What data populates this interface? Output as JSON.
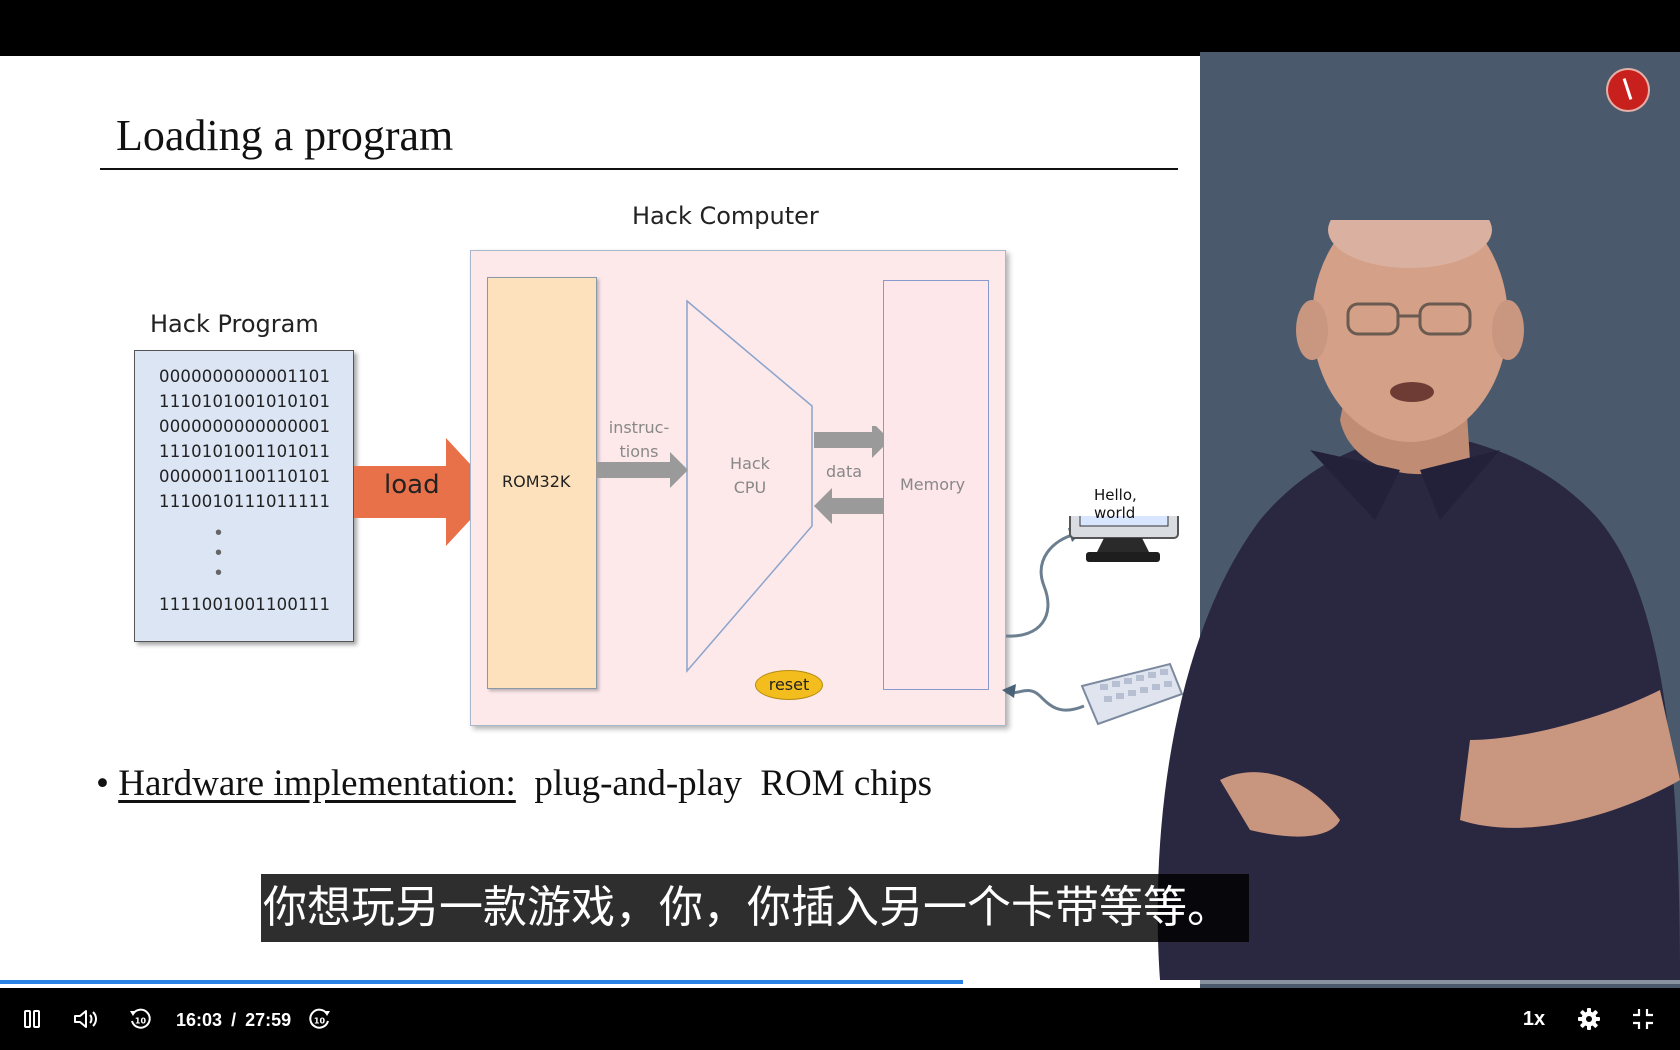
{
  "slide": {
    "title": "Loading  a program",
    "computer_label": "Hack Computer",
    "program_label": "Hack Program",
    "program_lines": [
      "0000000000001101",
      "1110101001010101",
      "0000000000000001",
      "1110101001101011",
      "0000001100110101",
      "1110010111011111"
    ],
    "program_last_line": "1111001001100111",
    "load_label": "load",
    "rom_label": "ROM32K",
    "instructions_label_1": "instruc-",
    "instructions_label_2": "tions",
    "cpu_label_1": "Hack",
    "cpu_label_2": "CPU",
    "data_label": "data",
    "memory_label": "Memory",
    "reset_label": "reset",
    "screen_text_1": "Hello,",
    "screen_text_2": "world",
    "bullet_underlined": "Hardware implementation:",
    "bullet_rest": "  plug-and-play  ROM chips"
  },
  "subtitle": "你想玩另一款游戏，你，你插入另一个卡带等等。",
  "player": {
    "current_time": "16:03",
    "total_time": "27:59",
    "time_separator": "/",
    "progress_fraction": 0.573,
    "speed": "1x",
    "progress_color": "#2a82e4",
    "icons": [
      "pause-icon",
      "volume-icon",
      "rewind-10-icon",
      "forward-10-icon",
      "settings-gear-icon",
      "exit-fullscreen-icon"
    ]
  }
}
